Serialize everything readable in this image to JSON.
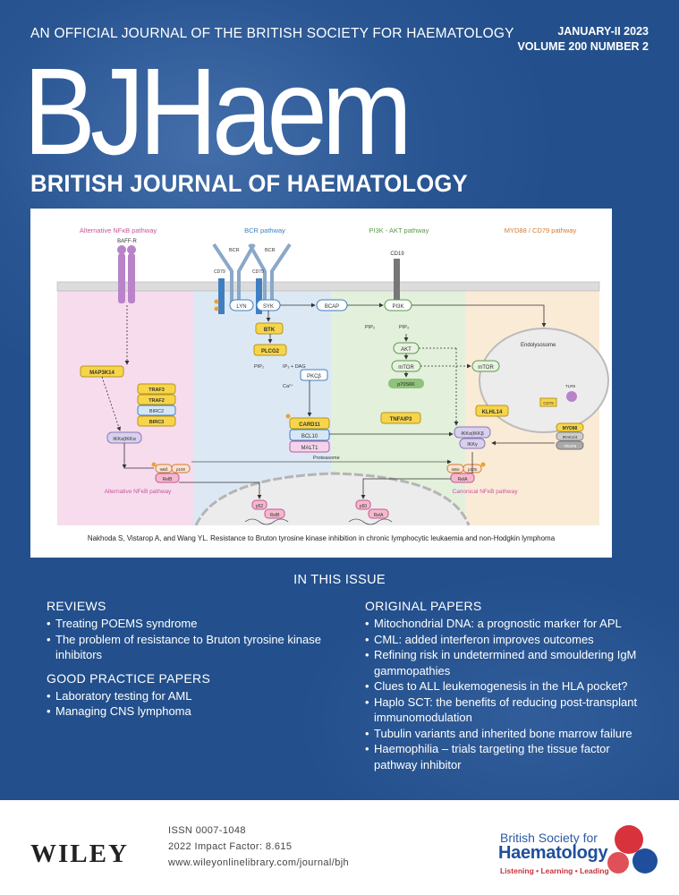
{
  "header": {
    "tagline": "AN OFFICIAL JOURNAL OF THE BRITISH SOCIETY FOR HAEMATOLOGY",
    "issue_date": "JANUARY-II 2023",
    "volume": "VOLUME 200  NUMBER 2",
    "logo": "BJHaem",
    "full_name": "BRITISH JOURNAL OF HAEMATOLOGY"
  },
  "figure": {
    "pathways": [
      "Alternative NFκB pathway",
      "BCR pathway",
      "PI3K - AKT pathway",
      "MYD88 / CD79 pathway"
    ],
    "labels": {
      "baffr": "BAFF-R",
      "bcr1": "BCR",
      "bcr2": "BCR",
      "cd79a": "CD79",
      "cd79b": "CD79",
      "cd19": "CD19",
      "lyn": "LYN",
      "syk": "SYK",
      "bcap": "BCAP",
      "pi3k": "PI3K",
      "pip2a": "PIP₂",
      "pip3": "PIP₃",
      "btk": "BTK",
      "plcg2": "PLCG2",
      "pip2b": "PIP₂",
      "ip3dag": "IP₃ + DAG",
      "ca": "Ca²⁺",
      "pkcb": "PKCβ",
      "card11": "CARD11",
      "bcl10": "BCL10",
      "malt1": "MALT1",
      "akt": "AKT",
      "mtor1": "mTOR",
      "p70s6k": "p70S6K",
      "mtor2": "mTOR",
      "endolysosome": "Endolysosome",
      "map3k14": "MAP3K14",
      "traf3": "TRAF3",
      "traf2": "TRAF2",
      "birc2": "BIRC2",
      "birc3": "BIRC3",
      "ikka_alt": "IKKα|IKKα",
      "tnfaip3": "TNFAIP3",
      "ikk_can1": "IKKα|IKKβ",
      "ikkg": "IKKγ",
      "klhl14": "KLHL14",
      "cd79_2": "CD79",
      "tlr9": "TLR9",
      "myd88": "MYD88",
      "irak": "IRAK1/4",
      "traf6": "TRAF6",
      "ikbd": "IκBδ",
      "p100": "p100",
      "relb": "RelB",
      "proteasome": "Proteasome",
      "ikba": "IκBα",
      "p105": "p105",
      "rela": "RelA",
      "alt_nfkb": "Alternative NFκB pathway",
      "can_nfkb": "Canonical NFκB pathway",
      "p52": "p52",
      "relb2": "RelB",
      "p50": "p50",
      "rela2": "RelA"
    },
    "caption": "Nakhoda S, Vistarop A, and Wang YL. Resistance to Bruton tyrosine kinase inhibition in chronic lymphocytic leukaemia and non-Hodgkin lymphoma"
  },
  "contents": {
    "heading": "IN THIS ISSUE",
    "reviews": {
      "title": "REVIEWS",
      "items": [
        "Treating POEMS syndrome",
        "The problem of resistance to Bruton tyrosine kinase inhibitors"
      ]
    },
    "good_practice": {
      "title": "GOOD PRACTICE PAPERS",
      "items": [
        "Laboratory testing for AML",
        "Managing CNS lymphoma"
      ]
    },
    "original": {
      "title": "ORIGINAL PAPERS",
      "items": [
        "Mitochondrial DNA: a prognostic marker for APL",
        "CML: added interferon improves outcomes",
        "Refining risk in undetermined and smouldering IgM gammopathies",
        "Clues to ALL leukemogenesis in the HLA pocket?",
        "Haplo SCT: the benefits of reducing  post-transplant immunomodulation",
        "Tubulin variants and inherited bone marrow failure",
        "Haemophilia – trials targeting the tissue factor pathway inhibitor"
      ]
    }
  },
  "footer": {
    "publisher": "WILEY",
    "issn": "ISSN 0007-1048",
    "impact": "2022 Impact Factor: 8.615",
    "url": "www.wileyonlinelibrary.com/journal/bjh",
    "society_line1": "British Society for",
    "society_line2": "Haematology",
    "society_tagline": "Listening • Learning • Leading"
  },
  "colors": {
    "cover_blue": "#23508c",
    "panel_pink": "#f6dcec",
    "panel_blue": "#dce9f5",
    "panel_green": "#e3f0dc",
    "panel_orange": "#faebd7",
    "node_yellow": "#f7d54a",
    "bsh_red": "#d8323c",
    "bsh_blue": "#1f4f9c"
  }
}
